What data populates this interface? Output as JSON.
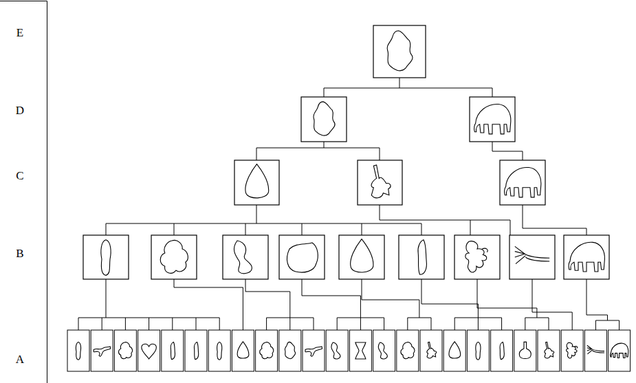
{
  "diagram": {
    "labels": [
      "E",
      "D",
      "C",
      "B",
      "A"
    ]
  }
}
